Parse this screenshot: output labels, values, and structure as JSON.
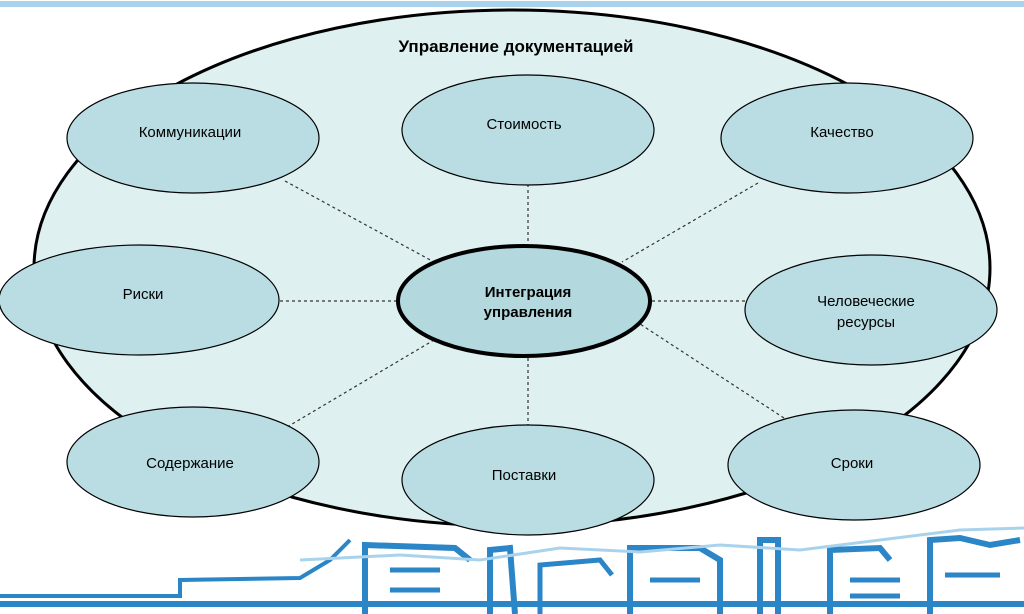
{
  "title": "Управление документацией",
  "center": {
    "lines": [
      "Интеграция",
      "управления"
    ]
  },
  "areas": [
    {
      "id": "communications",
      "lines": [
        "Коммуникации"
      ]
    },
    {
      "id": "cost",
      "lines": [
        "Стоимость"
      ]
    },
    {
      "id": "quality",
      "lines": [
        "Качество"
      ]
    },
    {
      "id": "risks",
      "lines": [
        "Риски"
      ]
    },
    {
      "id": "human-resources",
      "lines": [
        "Человеческие",
        "ресурсы"
      ]
    },
    {
      "id": "scope",
      "lines": [
        "Содержание"
      ]
    },
    {
      "id": "procurement",
      "lines": [
        "Поставки"
      ]
    },
    {
      "id": "schedule",
      "lines": [
        "Сроки"
      ]
    }
  ],
  "colors": {
    "outer_fill": "#dff0f1",
    "node_fill": "#b9dde2",
    "center_fill": "#b3d9de",
    "stroke": "#000000",
    "decor_blue": "#2b86c8",
    "decor_light": "#a9d3ec"
  }
}
